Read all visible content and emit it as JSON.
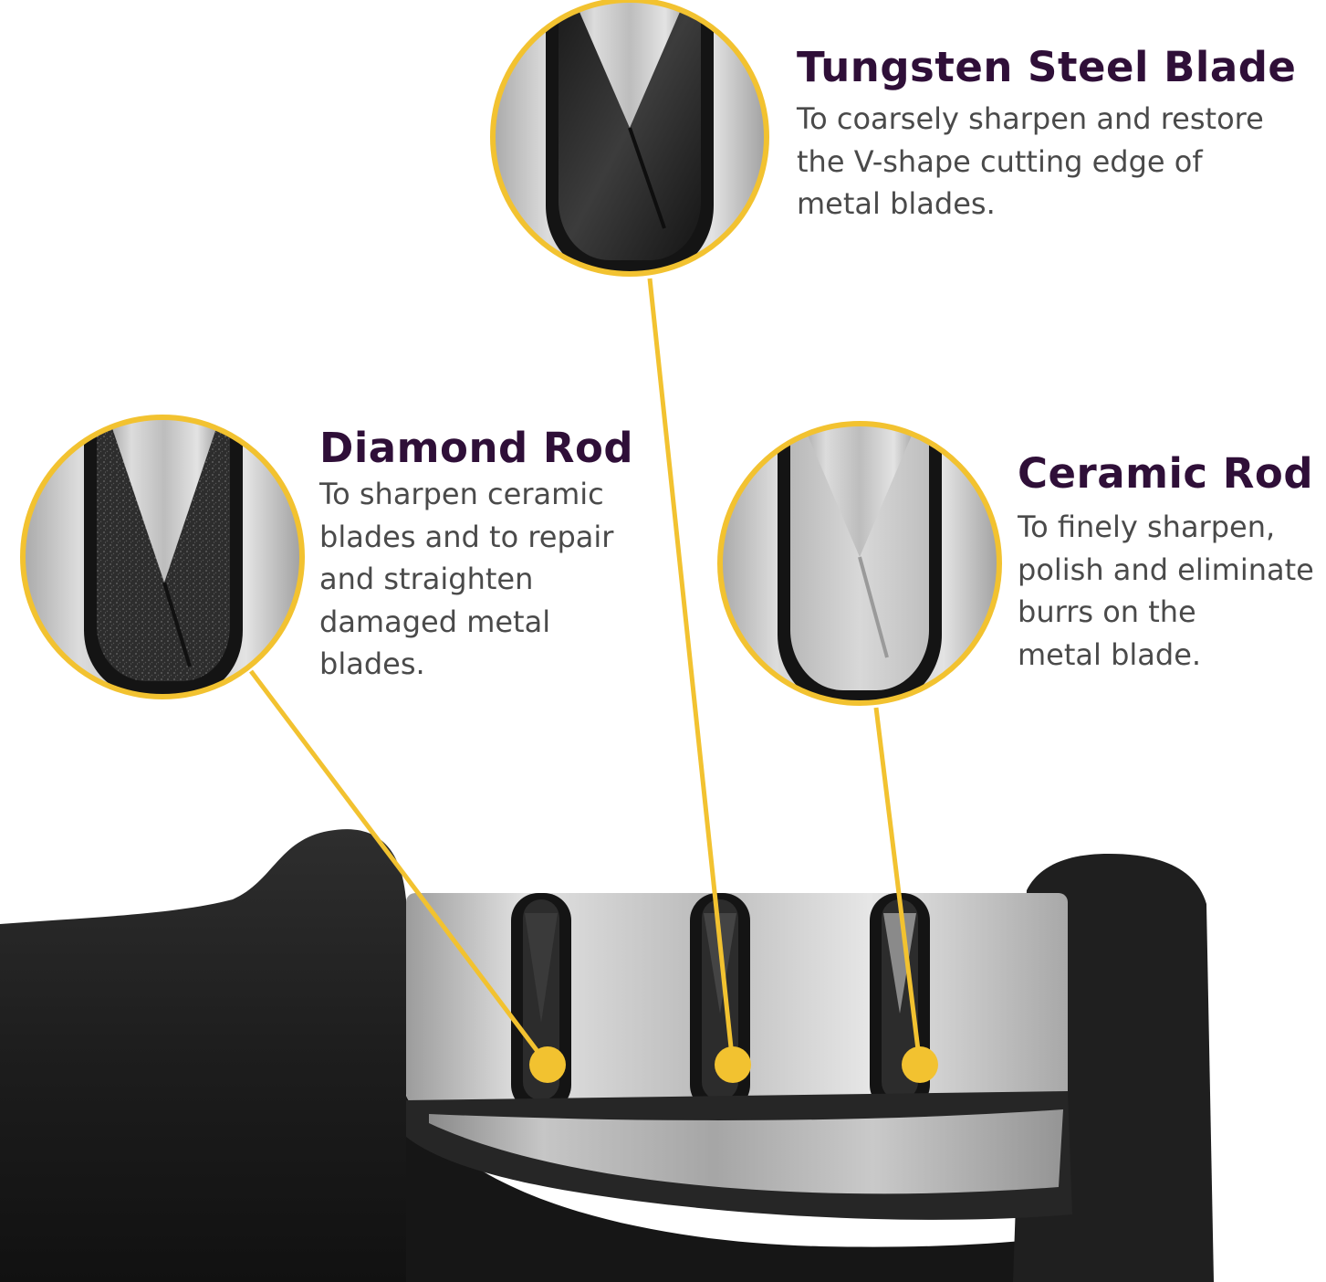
{
  "colors": {
    "accent": "#f2c230",
    "title": "#2f0f38",
    "body": "#4a4a4a",
    "handle": "#1c1c1c",
    "steel": "#c4c4c4"
  },
  "labels": {
    "tungsten": {
      "title": "Tungsten Steel Blade",
      "desc": "To coarsely sharpen and restore\nthe V-shape cutting edge of\nmetal blades."
    },
    "diamond": {
      "title": "Diamond Rod",
      "desc": "To sharpen ceramic\nblades and to repair\nand straighten\ndamaged metal\nblades."
    },
    "ceramic": {
      "title": "Ceramic Rod",
      "desc": "To finely sharpen,\npolish and eliminate\nburrs on the\nmetal blade."
    }
  }
}
